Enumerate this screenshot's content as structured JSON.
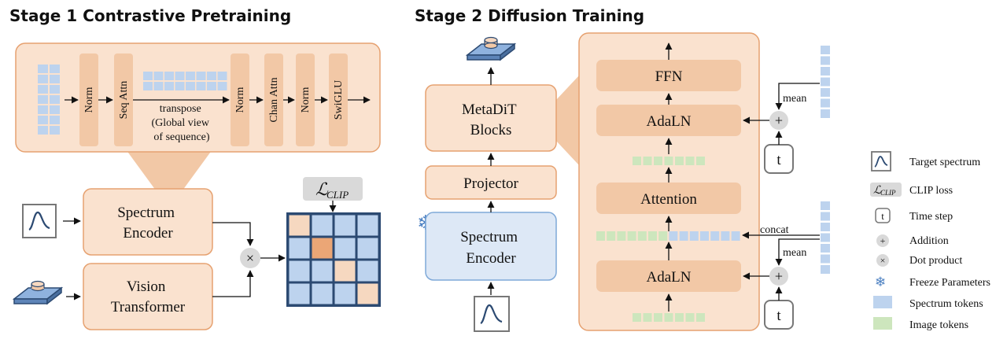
{
  "stage1": {
    "title": "Stage 1 Contrastive Pretraining",
    "blocks": {
      "norm": "Norm",
      "seq_attn": "Seq Attn",
      "chan_attn": "Chan Attn",
      "swiglu": "SwiGLU"
    },
    "transpose": [
      "transpose",
      "(Global view",
      "of sequence)"
    ],
    "spectrum_encoder": [
      "Spectrum",
      "Encoder"
    ],
    "vision_transformer": [
      "Vision",
      "Transformer"
    ],
    "loss_symbol": "ℒ",
    "loss_sub": "CLIP",
    "dot_symbol": "×"
  },
  "stage2": {
    "title": "Stage 2 Diffusion Training",
    "metadit": [
      "MetaDiT",
      "Blocks"
    ],
    "projector": "Projector",
    "spectrum_encoder": [
      "Spectrum",
      "Encoder"
    ],
    "ffn": "FFN",
    "adaln": "AdaLN",
    "attention": "Attention",
    "mean": "mean",
    "concat": "concat",
    "plus": "+",
    "t": "t"
  },
  "legend": {
    "items": [
      {
        "key": "target",
        "label": "Target spectrum"
      },
      {
        "key": "clip",
        "label": "CLIP loss",
        "symbol": "ℒ",
        "sub": "CLIP"
      },
      {
        "key": "time",
        "label": "Time step",
        "symbol": "t"
      },
      {
        "key": "add",
        "label": "Addition",
        "symbol": "+"
      },
      {
        "key": "dot",
        "label": "Dot product",
        "symbol": "×"
      },
      {
        "key": "freeze",
        "label": "Freeze Parameters",
        "symbol": "❄"
      },
      {
        "key": "spec",
        "label": "Spectrum tokens"
      },
      {
        "key": "img",
        "label": "Image tokens"
      }
    ]
  },
  "colors": {
    "peach": "#fae2cf",
    "peach_dark": "#f2c8a6",
    "orange_border": "#e6a170",
    "blue_token": "#bdd3ee",
    "blue_box": "#dde8f6",
    "blue_border": "#7fa9d8",
    "green_token": "#cde6bd",
    "heat_light": "#f6d8c0",
    "heat_dark": "#eba676",
    "dark_blue": "#2c4a72",
    "gray": "#d9d9d9"
  }
}
